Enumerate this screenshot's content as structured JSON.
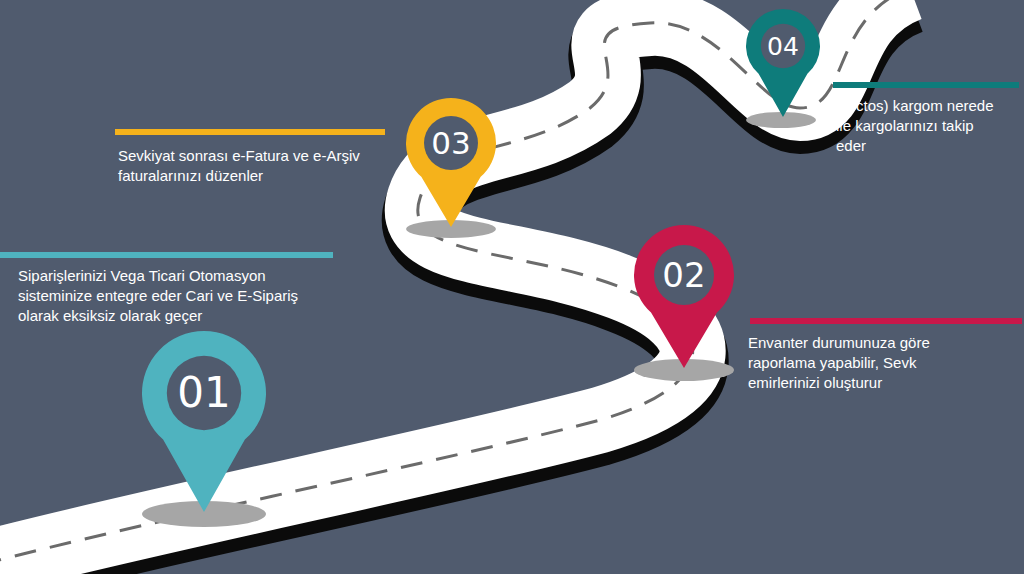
{
  "diagram": {
    "nodes": [
      {
        "text": [
          "01"
        ]
      },
      {
        "text": [
          "02"
        ]
      },
      {
        "text": [
          "03"
        ]
      },
      {
        "text": [
          "04"
        ]
      }
    ],
    "labels": [
      "Siparişlerinizi Vega Ticari Otomasyon sisteminize entegre eder Cari ve E-Sipariş olarak eksiksiz olarak geçer",
      "Envanter durumunuza göre raporlama yapabilir, Sevk emirlerinizi oluşturur",
      "Sevkiyat sonrası e-Fatura ve e-Arşiv faturalarınızı düzenler",
      "(Arctos) kargom nerede ile kargolarınızı takip eder"
    ]
  }
}
